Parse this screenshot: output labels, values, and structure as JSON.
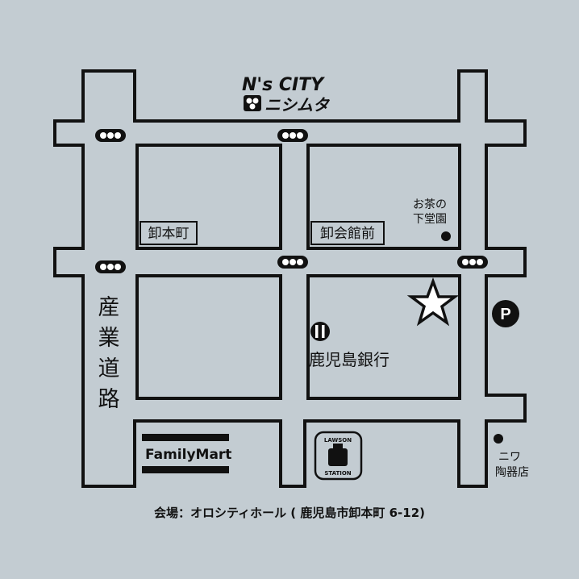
{
  "logo": {
    "brand_line": "N's CITY",
    "brand_kana": "ニシムタ"
  },
  "labels": {
    "oroshihonmachi": "卸本町",
    "oroshikaikanmae": "卸会館前",
    "ocha_line1": "お茶の",
    "ocha_line2": "下堂園",
    "bank": "鹿児島銀行",
    "road_name": "産業道路",
    "familymart": "FamilyMart",
    "lawson_top": "LAWSON",
    "lawson_bottom": "STATION",
    "niwa_line1": "ニワ",
    "niwa_line2": "陶器店",
    "parking": "P"
  },
  "footer": {
    "venue": "会場：オロシティホール ( 鹿児島市卸本町 6-12)"
  },
  "colors": {
    "background": "#c3ccd2",
    "ink": "#111111",
    "white": "#ffffff"
  },
  "icons": [
    "traffic-light-icon",
    "venue-star-icon",
    "parking-icon",
    "bank-logo-icon",
    "lawson-logo-icon",
    "location-dot-icon"
  ]
}
